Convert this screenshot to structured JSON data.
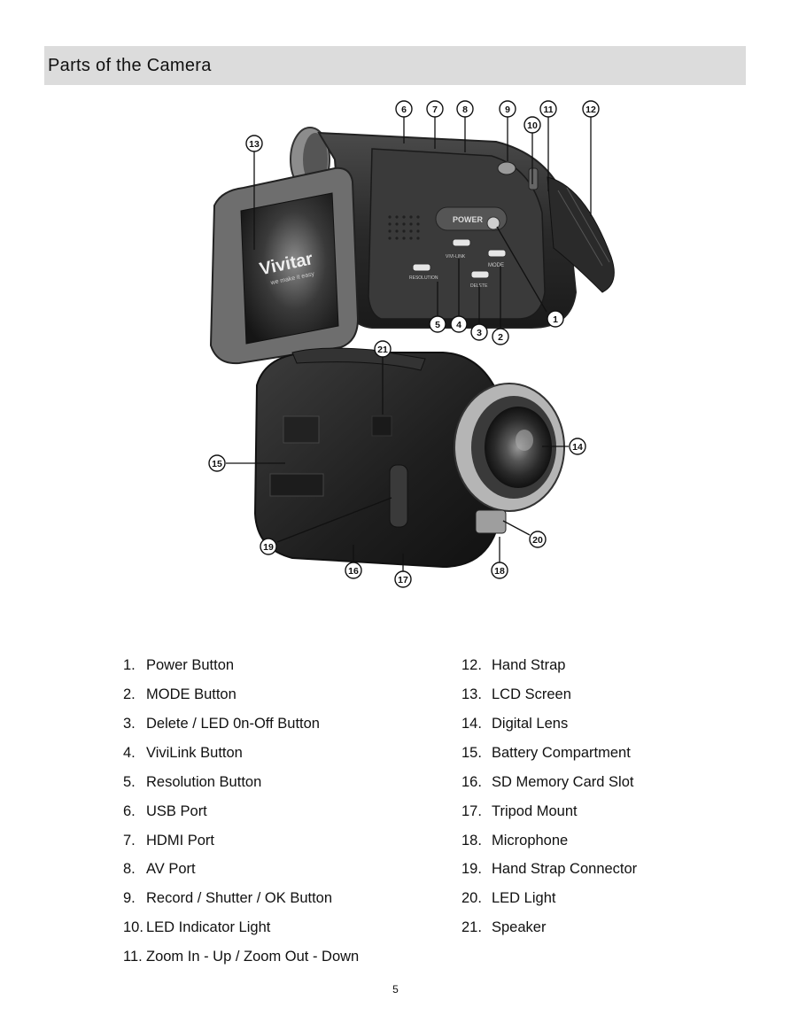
{
  "section": {
    "title": "Parts of the Camera"
  },
  "figure": {
    "screen_brand": "Vivitar",
    "screen_tagline": "we make it easy",
    "button_labels": {
      "power": "POWER",
      "vivilink": "VIVI-LINK",
      "mode": "MODE",
      "resolution": "RESOLUTION",
      "delete": "DELETE"
    },
    "callouts": [
      "1",
      "2",
      "3",
      "4",
      "5",
      "6",
      "7",
      "8",
      "9",
      "10",
      "11",
      "12",
      "13",
      "14",
      "15",
      "16",
      "17",
      "18",
      "19",
      "20",
      "21"
    ]
  },
  "parts_left": [
    {
      "num": "1.",
      "label": "Power Button"
    },
    {
      "num": "2.",
      "label": "MODE Button"
    },
    {
      "num": "3.",
      "label": "Delete / LED 0n-Off Button"
    },
    {
      "num": "4.",
      "label": "ViviLink Button"
    },
    {
      "num": "5.",
      "label": "Resolution Button"
    },
    {
      "num": "6.",
      "label": "USB Port"
    },
    {
      "num": "7.",
      "label": "HDMI Port"
    },
    {
      "num": "8.",
      "label": "AV Port"
    },
    {
      "num": "9.",
      "label": "Record / Shutter / OK Button"
    },
    {
      "num": "10.",
      "label": "LED Indicator Light"
    },
    {
      "num": "11.",
      "label": "Zoom In - Up / Zoom Out - Down"
    }
  ],
  "parts_right": [
    {
      "num": "12.",
      "label": "Hand Strap"
    },
    {
      "num": "13.",
      "label": "LCD Screen"
    },
    {
      "num": "14.",
      "label": "Digital Lens"
    },
    {
      "num": "15.",
      "label": "Battery Compartment"
    },
    {
      "num": "16.",
      "label": "SD Memory Card Slot"
    },
    {
      "num": "17.",
      "label": "Tripod Mount"
    },
    {
      "num": "18.",
      "label": "Microphone"
    },
    {
      "num": "19.",
      "label": "Hand Strap Connector"
    },
    {
      "num": "20.",
      "label": "LED Light"
    },
    {
      "num": "21.",
      "label": "Speaker"
    }
  ],
  "footer": {
    "page_number": "5"
  }
}
